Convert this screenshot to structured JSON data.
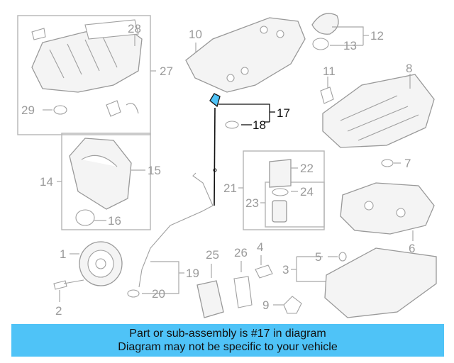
{
  "callouts": {
    "c1": "1",
    "c2": "2",
    "c3": "3",
    "c4": "4",
    "c5": "5",
    "c6": "6",
    "c7": "7",
    "c8": "8",
    "c9": "9",
    "c10": "10",
    "c11": "11",
    "c12": "12",
    "c13": "13",
    "c14": "14",
    "c15": "15",
    "c16": "16",
    "c17": "17",
    "c18": "18",
    "c19": "19",
    "c20": "20",
    "c21": "21",
    "c22": "22",
    "c23": "23",
    "c24": "24",
    "c25": "25",
    "c26": "26",
    "c27": "27",
    "c28": "28",
    "c29": "29"
  },
  "highlight": {
    "part": "17",
    "color": "#4fc3f7"
  },
  "banner": {
    "line1": "Part or sub-assembly is #17 in diagram",
    "line2": "Diagram may not be specific to your vehicle",
    "color": "#4fc3f7"
  }
}
